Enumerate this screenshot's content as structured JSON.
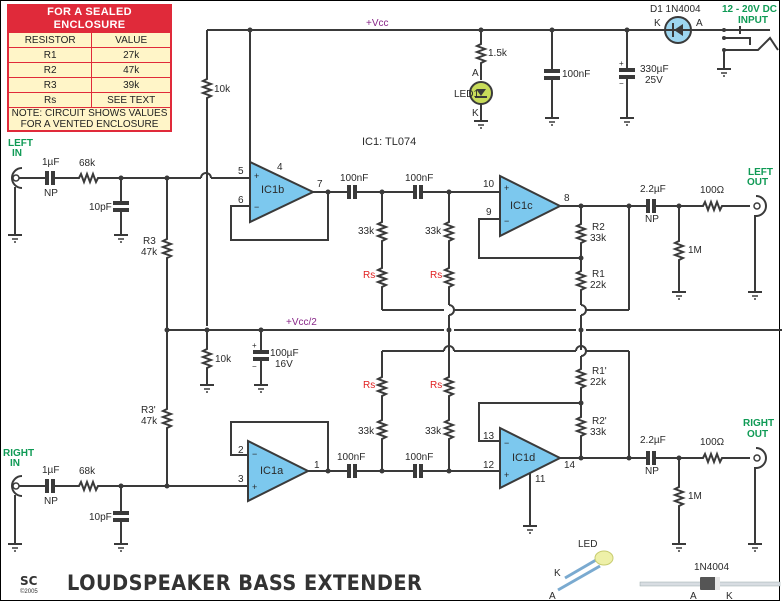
{
  "title": "LOUDSPEAKER BASS EXTENDER",
  "logo": "SC",
  "copyright": "©2005",
  "table": {
    "heading": "FOR A SEALED ENCLOSURE",
    "columns": [
      "RESISTOR",
      "VALUE"
    ],
    "rows": [
      {
        "resistor": "R1",
        "value": "27k"
      },
      {
        "resistor": "R2",
        "value": "47k"
      },
      {
        "resistor": "R3",
        "value": "39k"
      },
      {
        "resistor": "Rs",
        "value": "SEE TEXT"
      }
    ],
    "note": [
      "NOTE: CIRCUIT SHOWS VALUES",
      "FOR A VENTED ENCLOSURE"
    ]
  },
  "rails": {
    "vcc": "+Vcc",
    "vcc_half": "+Vcc/2"
  },
  "ic_label": "IC1: TL074",
  "power": {
    "diode_label": "D1 1N4004",
    "diode_k": "K",
    "diode_a": "A",
    "input_label": [
      "12 - 20V DC",
      "INPUT"
    ],
    "r_led": "1.5k",
    "led_label": "LED1",
    "led_a": "A",
    "led_k": "K",
    "c_bypass": "100nF",
    "c_bulk": [
      "330µF",
      "25V"
    ],
    "r_div_top": "10k",
    "r_div_bot": "10k",
    "c_half": [
      "100µF",
      "16V"
    ]
  },
  "left": {
    "in_label": [
      "LEFT",
      "IN"
    ],
    "out_label": [
      "LEFT",
      "OUT"
    ],
    "c_in": "1µF",
    "c_in_np": "NP",
    "r_in": "68k",
    "c_filt": "10pF",
    "r3": [
      "R3",
      "47k"
    ],
    "opamp1": "IC1b",
    "opamp1_pins": {
      "plus": "5",
      "minus": "6",
      "out": "7",
      "supply": "4"
    },
    "c1": "100nF",
    "c2": "100nF",
    "r33a": "33k",
    "r33b": "33k",
    "rs_a": "Rs",
    "rs_b": "Rs",
    "opamp2": "IC1c",
    "opamp2_pins": {
      "plus": "10",
      "minus": "9",
      "out": "8"
    },
    "r2": [
      "R2",
      "33k"
    ],
    "r1": [
      "R1",
      "22k"
    ],
    "c_out": "2.2µF",
    "c_out_np": "NP",
    "r_out": "100Ω",
    "r_load": "1M"
  },
  "right": {
    "in_label": [
      "RIGHT",
      "IN"
    ],
    "out_label": [
      "RIGHT",
      "OUT"
    ],
    "c_in": "1µF",
    "c_in_np": "NP",
    "r_in": "68k",
    "c_filt": "10pF",
    "r3": [
      "R3'",
      "47k"
    ],
    "opamp1": "IC1a",
    "opamp1_pins": {
      "plus": "3",
      "minus": "2",
      "out": "1"
    },
    "c1": "100nF",
    "c2": "100nF",
    "r33a": "33k",
    "r33b": "33k",
    "rs_a": "Rs",
    "rs_b": "Rs",
    "opamp2": "IC1d",
    "opamp2_pins": {
      "plus": "12",
      "minus": "13",
      "out": "14",
      "gnd": "11"
    },
    "r2": [
      "R2'",
      "33k"
    ],
    "r1": [
      "R1'",
      "22k"
    ],
    "c_out": "2.2µF",
    "c_out_np": "NP",
    "r_out": "100Ω",
    "r_load": "1M"
  },
  "legend": {
    "led_title": "LED",
    "led_k": "K",
    "led_a": "A",
    "diode_title": "1N4004",
    "diode_a": "A",
    "diode_k": "K"
  }
}
